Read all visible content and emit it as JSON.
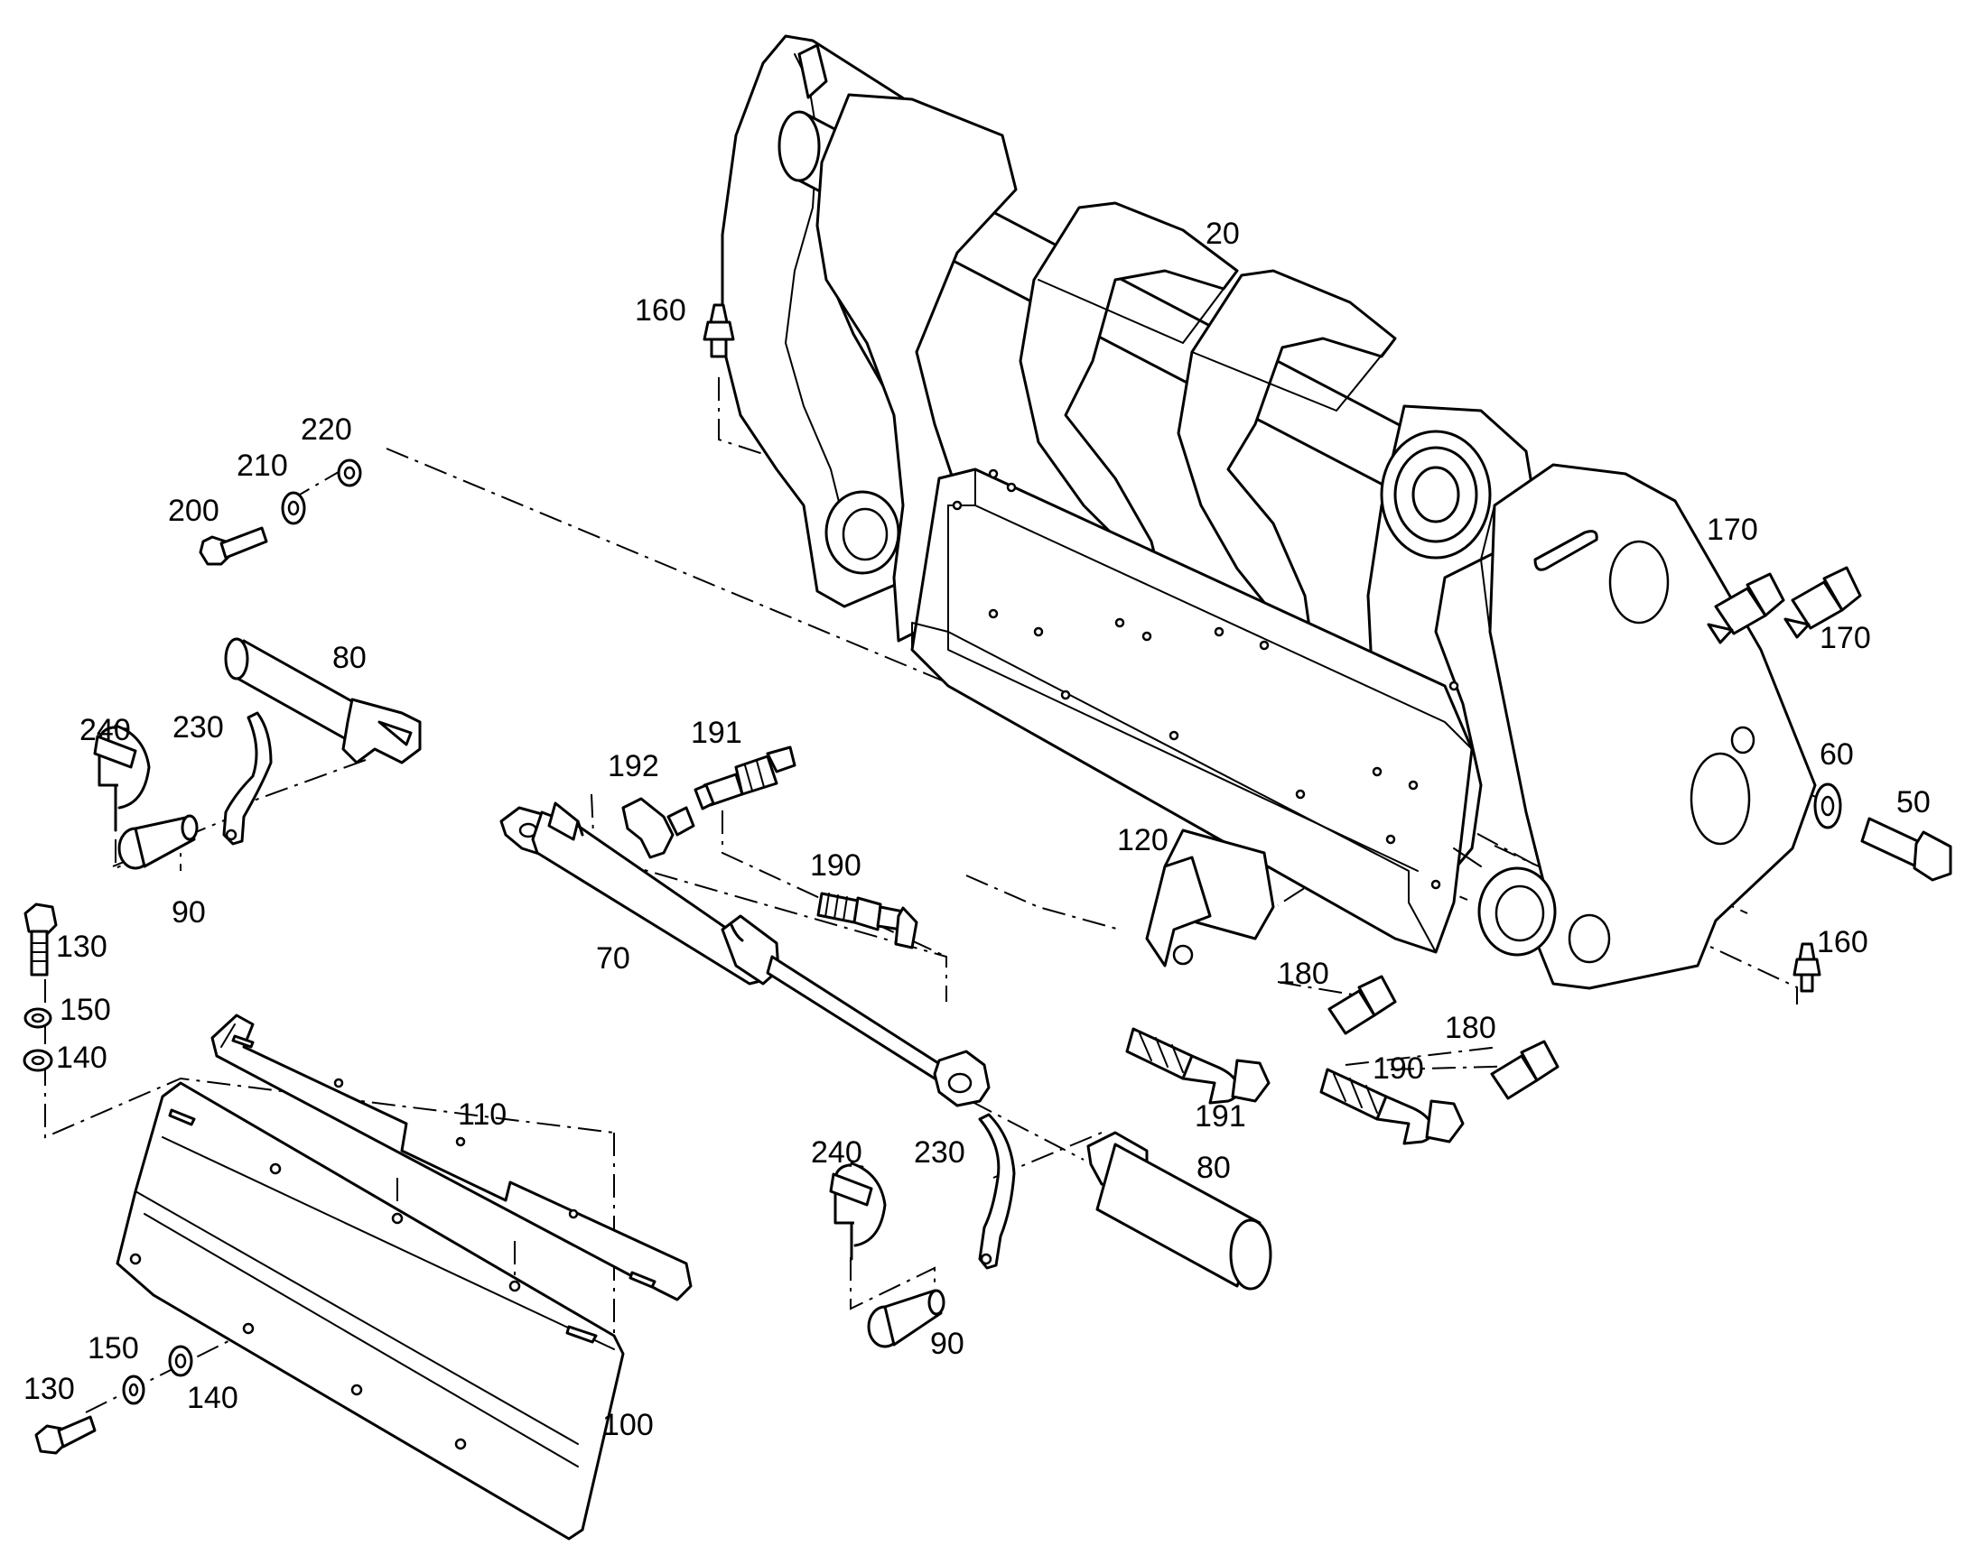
{
  "diagram": {
    "kind": "exploded-parts",
    "colors": {
      "line": "#000000",
      "background": "#ffffff"
    },
    "callouts": [
      "20",
      "50",
      "60",
      "70",
      "80",
      "80",
      "90",
      "90",
      "100",
      "110",
      "120",
      "130",
      "130",
      "140",
      "140",
      "150",
      "150",
      "160",
      "160",
      "170",
      "170",
      "180",
      "180",
      "190",
      "190",
      "191",
      "191",
      "192",
      "200",
      "210",
      "220",
      "230",
      "230",
      "240",
      "240"
    ]
  }
}
